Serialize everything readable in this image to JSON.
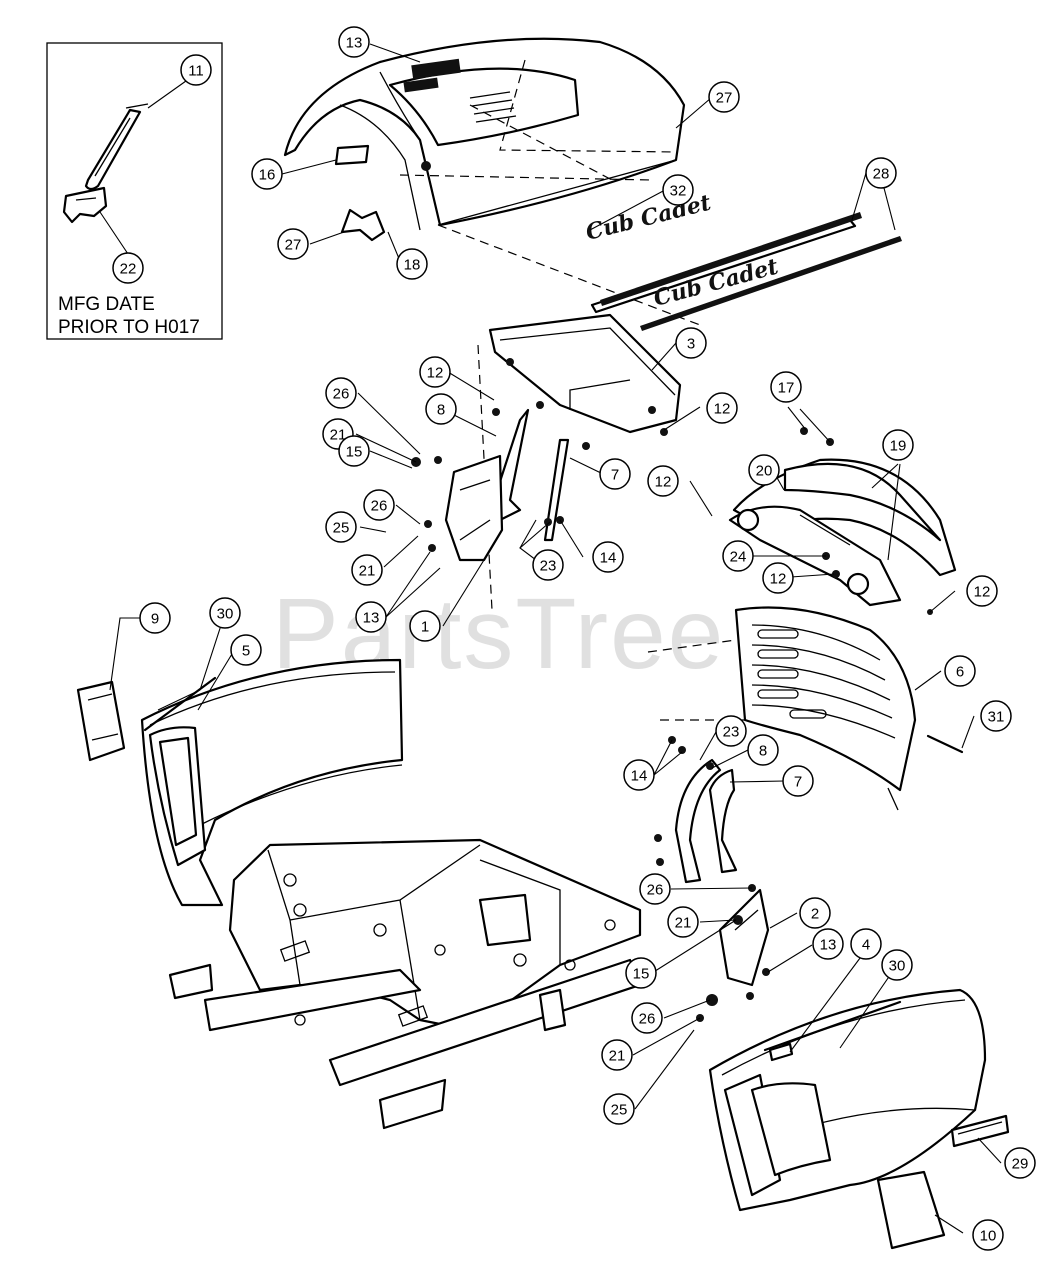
{
  "inset": {
    "line1": "MFG DATE",
    "line2": "PRIOR TO H017"
  },
  "watermark": "PartsTree",
  "brand": {
    "name": "Cub Cadet"
  },
  "callouts": [
    {
      "id": "c13a",
      "label": "13"
    },
    {
      "id": "c11",
      "label": "11"
    },
    {
      "id": "c22",
      "label": "22"
    },
    {
      "id": "c27a",
      "label": "27"
    },
    {
      "id": "c16",
      "label": "16"
    },
    {
      "id": "c27b",
      "label": "27"
    },
    {
      "id": "c18",
      "label": "18"
    },
    {
      "id": "c32",
      "label": "32"
    },
    {
      "id": "c28",
      "label": "28"
    },
    {
      "id": "c3",
      "label": "3"
    },
    {
      "id": "c12a",
      "label": "12"
    },
    {
      "id": "c12b",
      "label": "12"
    },
    {
      "id": "c26a",
      "label": "26"
    },
    {
      "id": "c8a",
      "label": "8"
    },
    {
      "id": "c21a",
      "label": "21"
    },
    {
      "id": "c15a",
      "label": "15"
    },
    {
      "id": "c7a",
      "label": "7"
    },
    {
      "id": "c12c",
      "label": "12"
    },
    {
      "id": "c17",
      "label": "17"
    },
    {
      "id": "c19",
      "label": "19"
    },
    {
      "id": "c20",
      "label": "20"
    },
    {
      "id": "c26b",
      "label": "26"
    },
    {
      "id": "c25a",
      "label": "25"
    },
    {
      "id": "c21b",
      "label": "21"
    },
    {
      "id": "c23a",
      "label": "23"
    },
    {
      "id": "c14a",
      "label": "14"
    },
    {
      "id": "c24",
      "label": "24"
    },
    {
      "id": "c12d",
      "label": "12"
    },
    {
      "id": "c12e",
      "label": "12"
    },
    {
      "id": "c13b",
      "label": "13"
    },
    {
      "id": "c1",
      "label": "1"
    },
    {
      "id": "c9",
      "label": "9"
    },
    {
      "id": "c30a",
      "label": "30"
    },
    {
      "id": "c5",
      "label": "5"
    },
    {
      "id": "c6",
      "label": "6"
    },
    {
      "id": "c31",
      "label": "31"
    },
    {
      "id": "c23b",
      "label": "23"
    },
    {
      "id": "c14b",
      "label": "14"
    },
    {
      "id": "c8b",
      "label": "8"
    },
    {
      "id": "c7b",
      "label": "7"
    },
    {
      "id": "c26c",
      "label": "26"
    },
    {
      "id": "c2",
      "label": "2"
    },
    {
      "id": "c21c",
      "label": "21"
    },
    {
      "id": "c15b",
      "label": "15"
    },
    {
      "id": "c13c",
      "label": "13"
    },
    {
      "id": "c4",
      "label": "4"
    },
    {
      "id": "c30b",
      "label": "30"
    },
    {
      "id": "c26d",
      "label": "26"
    },
    {
      "id": "c21d",
      "label": "21"
    },
    {
      "id": "c25b",
      "label": "25"
    },
    {
      "id": "c29",
      "label": "29"
    },
    {
      "id": "c10",
      "label": "10"
    }
  ]
}
